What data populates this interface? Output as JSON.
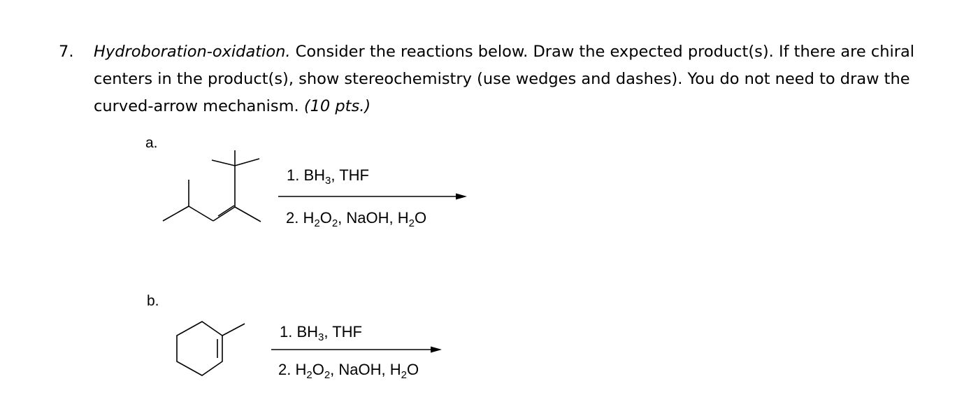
{
  "question": {
    "number": "7.",
    "topic": "Hydroboration-oxidation.",
    "instructions": "Consider the reactions below. Draw the expected product(s). If there are chiral centers in the product(s), show stereochemistry (use wedges and dashes). You do not need to draw the curved-arrow mechanism.",
    "points": "(10 pts.)"
  },
  "reactions": [
    {
      "label": "a.",
      "reagent1": {
        "step": "1. BH",
        "sub": "3",
        "rest": ", THF"
      },
      "reagent2": {
        "step": "2. H",
        "sub1": "2",
        "mid1": "O",
        "sub2": "2",
        "mid2": ", NaOH, H",
        "sub3": "2",
        "end": "O"
      }
    },
    {
      "label": "b.",
      "reagent1": {
        "step": "1. BH",
        "sub": "3",
        "rest": ", THF"
      },
      "reagent2": {
        "step": "2. H",
        "sub1": "2",
        "mid1": "O",
        "sub2": "2",
        "mid2": ", NaOH, H",
        "sub3": "2",
        "end": "O"
      }
    }
  ]
}
